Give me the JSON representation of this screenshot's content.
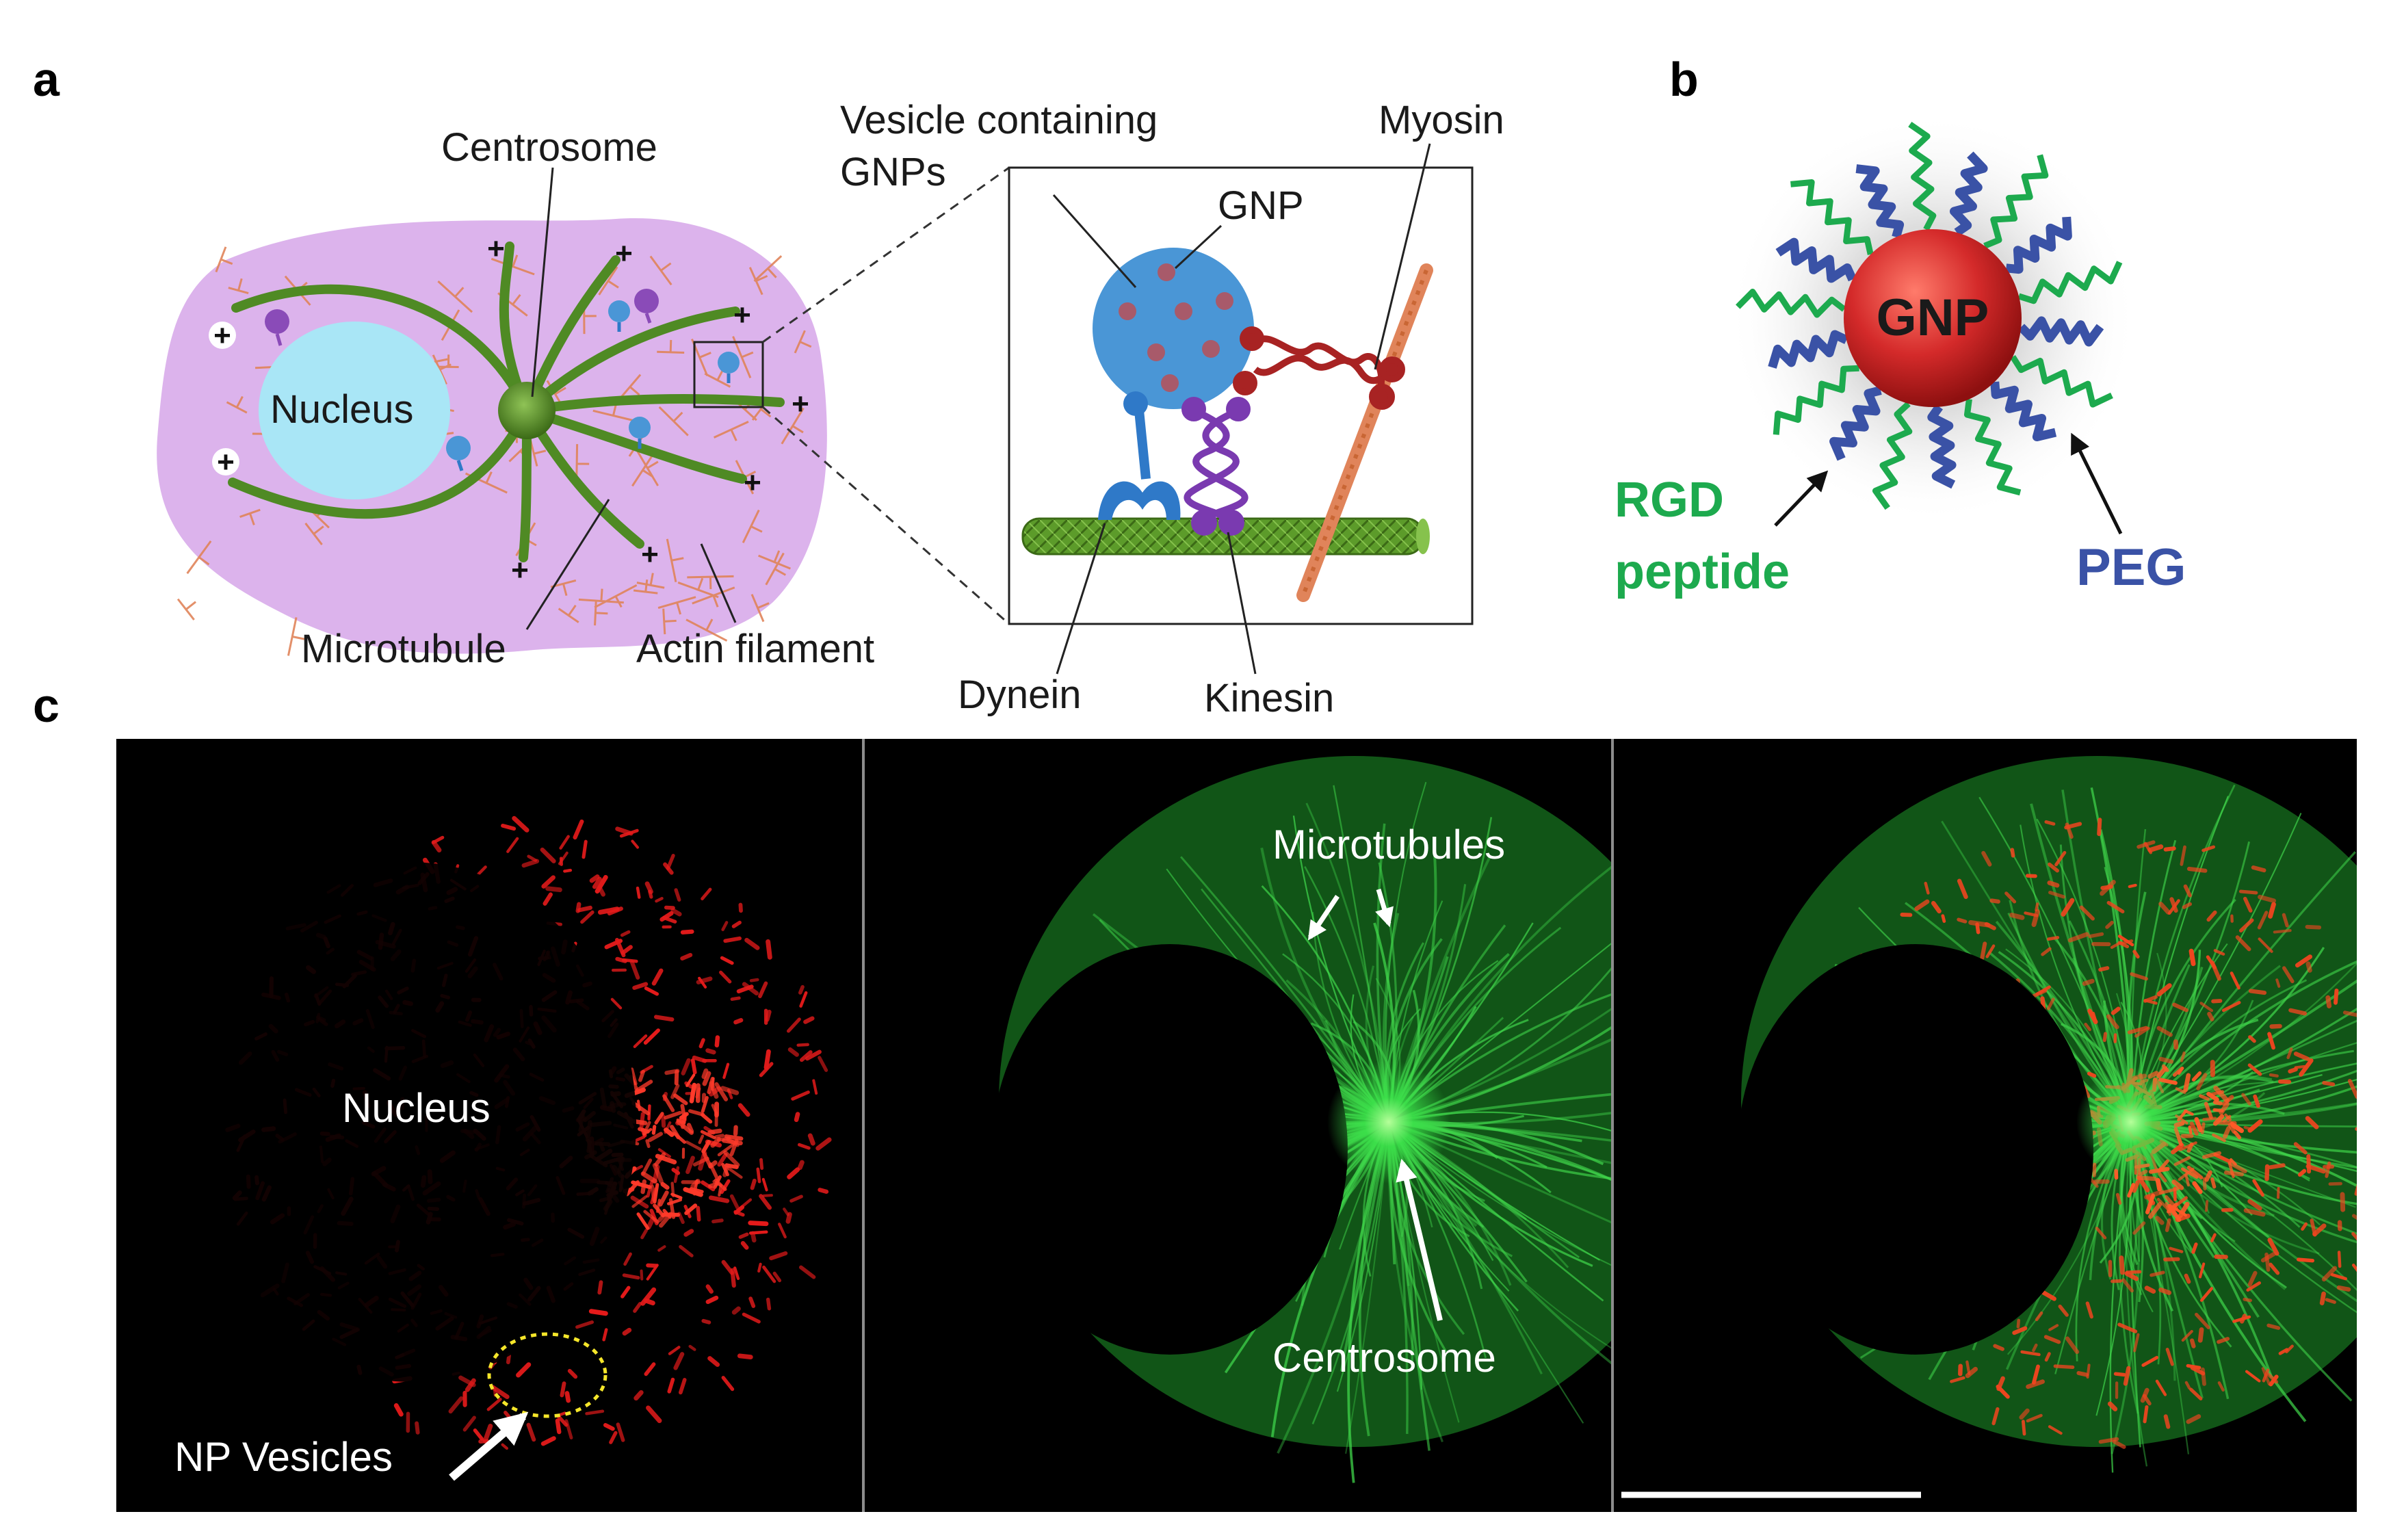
{
  "panels": {
    "a": {
      "letter": "a",
      "labels": {
        "centrosome": "Centrosome",
        "nucleus": "Nucleus",
        "microtubule": "Microtubule",
        "actin_filament": "Actin filament",
        "vesicle": "Vesicle containing\nGNPs",
        "gnp": "GNP",
        "myosin": "Myosin",
        "dynein": "Dynein",
        "kinesin": "Kinesin",
        "plus": "+"
      }
    },
    "b": {
      "letter": "b",
      "labels": {
        "gnp": "GNP",
        "rgd": "RGD\npeptide",
        "peg": "PEG"
      }
    },
    "c": {
      "letter": "c",
      "labels": {
        "nucleus": "Nucleus",
        "np_vesicles": "NP Vesicles",
        "microtubules": "Microtubules",
        "centrosome": "Centrosome"
      }
    }
  },
  "colors": {
    "cell_body": "#dcb3ec",
    "nucleus": "#a9e6f6",
    "microtubule": "#4f8a24",
    "actin": "#e0845a",
    "vesicle": "#4a96d6",
    "dynein": "#2f79c8",
    "kinesin": "#7a3ab0",
    "myosin": "#a82323",
    "gnp_red": "#d42a2a",
    "rgd_green": "#1daa4e",
    "peg_blue": "#3a52a6",
    "red_channel": "#e51b1b",
    "green_channel": "#29c13a"
  }
}
